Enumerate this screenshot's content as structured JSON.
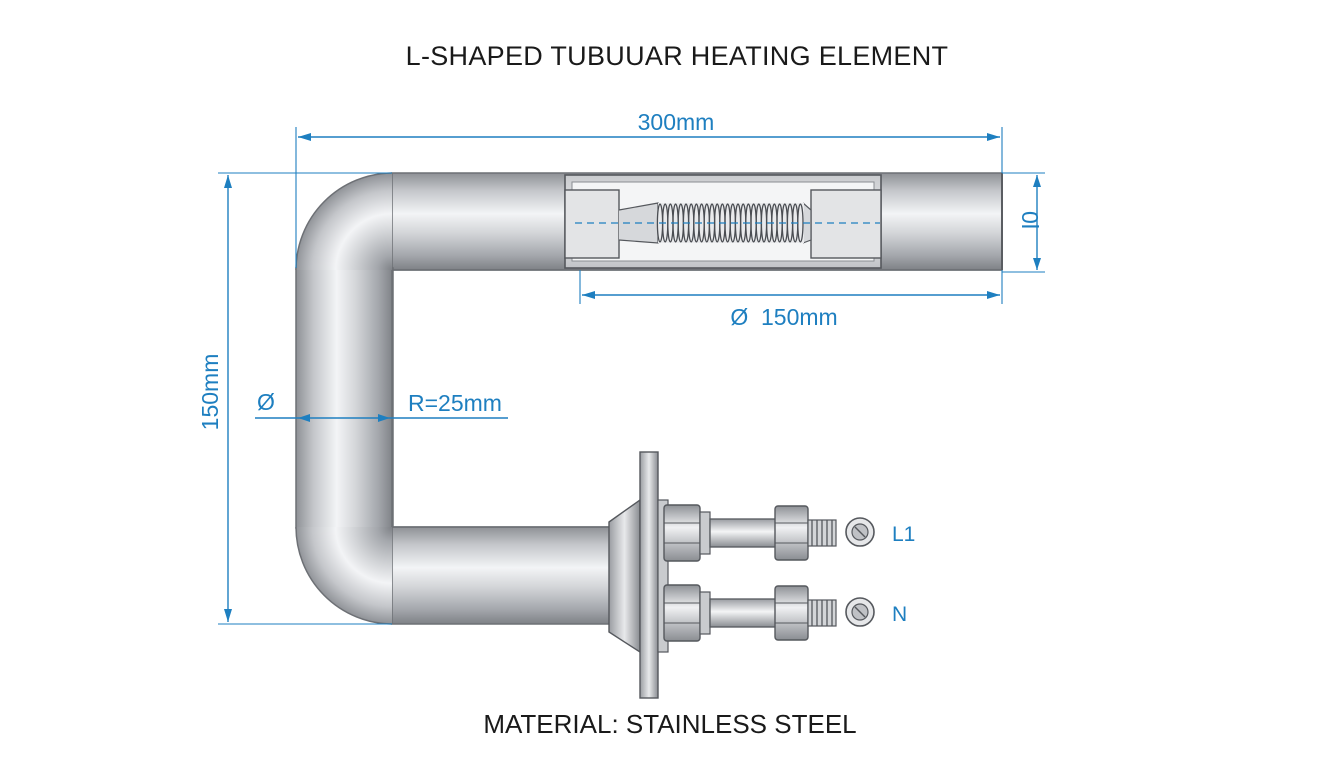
{
  "title": "L-SHAPED TUBUUAR HEATING ELEMENT",
  "dimensions": {
    "overall_length": "300mm",
    "tube_diameter": "0l",
    "heated_length": "Ø  150mm",
    "height": "150mm",
    "diameter_symbol": "Ø",
    "bend_radius": "R=25mm"
  },
  "terminals": {
    "live": "L1",
    "neutral": "N"
  },
  "material": "MATERIAL: STAINLESS STEEL",
  "colors": {
    "dimension": "#1e7fc0",
    "tube_dark": "#8a8d92",
    "tube_light": "#f2f3f5",
    "text": "#1a1a1a"
  }
}
